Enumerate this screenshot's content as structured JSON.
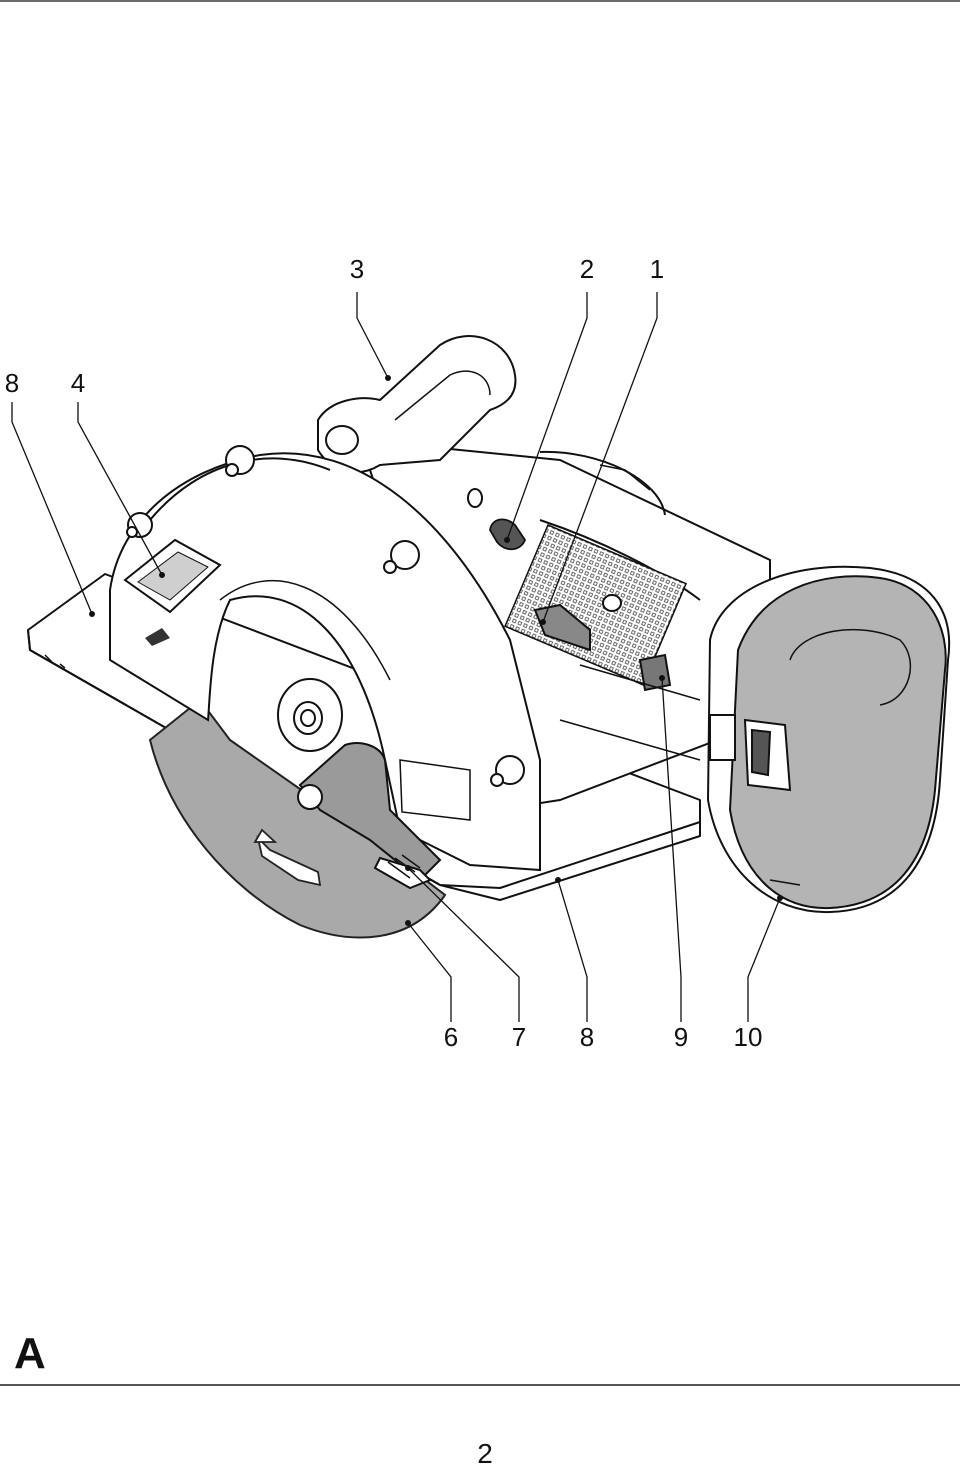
{
  "figure": {
    "letter": "A",
    "callouts_top": [
      "3",
      "2",
      "1"
    ],
    "callouts_left": [
      "8",
      "4"
    ],
    "callouts_bottom": [
      "6",
      "7",
      "8",
      "9",
      "10"
    ]
  },
  "page": {
    "number": "2"
  }
}
